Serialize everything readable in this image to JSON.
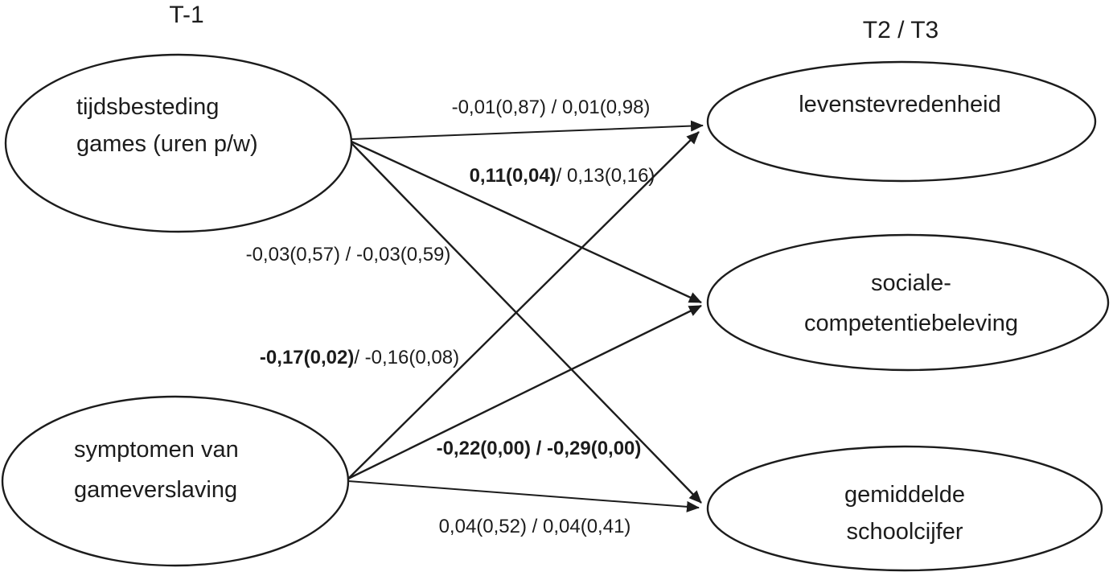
{
  "diagram": {
    "colors": {
      "ink": "#1c1c1c",
      "background": "#ffffff"
    },
    "headers": {
      "left_timepoint": "T-1",
      "right_timepoint": "T2 / T3"
    },
    "nodes": [
      {
        "id": "tijdsbesteding-games",
        "lines": [
          "tijdsbesteding",
          "games (uren p/w)"
        ]
      },
      {
        "id": "symptomen-gameverslaving",
        "lines": [
          "symptomen van",
          "gameverslaving"
        ]
      },
      {
        "id": "levenstevredenheid",
        "lines": [
          "levenstevredenheid"
        ]
      },
      {
        "id": "sociale-competentiebeleving",
        "lines": [
          "sociale-",
          "competentiebeleving"
        ]
      },
      {
        "id": "gemiddelde-schoolcijfer",
        "lines": [
          "gemiddelde",
          "schoolcijfer"
        ]
      }
    ],
    "edges": [
      {
        "from": "tijdsbesteding-games",
        "to": "levenstevredenheid",
        "bold": "",
        "rest": "-0,01(0,87) / 0,01(0,98)"
      },
      {
        "from": "tijdsbesteding-games",
        "to": "sociale-competentiebeleving",
        "bold": "0,11(0,04)",
        "rest": "/ 0,13(0,16)"
      },
      {
        "from": "tijdsbesteding-games",
        "to": "gemiddelde-schoolcijfer",
        "bold": "",
        "rest": "-0,03(0,57) / -0,03(0,59)"
      },
      {
        "from": "symptomen-gameverslaving",
        "to": "levenstevredenheid",
        "bold": "-0,17(0,02)",
        "rest": "/ -0,16(0,08)"
      },
      {
        "from": "symptomen-gameverslaving",
        "to": "sociale-competentiebeleving",
        "bold": "-0,22(0,00) / -0,29(0,00)",
        "rest": ""
      },
      {
        "from": "symptomen-gameverslaving",
        "to": "gemiddelde-schoolcijfer",
        "bold": "",
        "rest": "0,04(0,52) / 0,04(0,41)"
      }
    ]
  }
}
